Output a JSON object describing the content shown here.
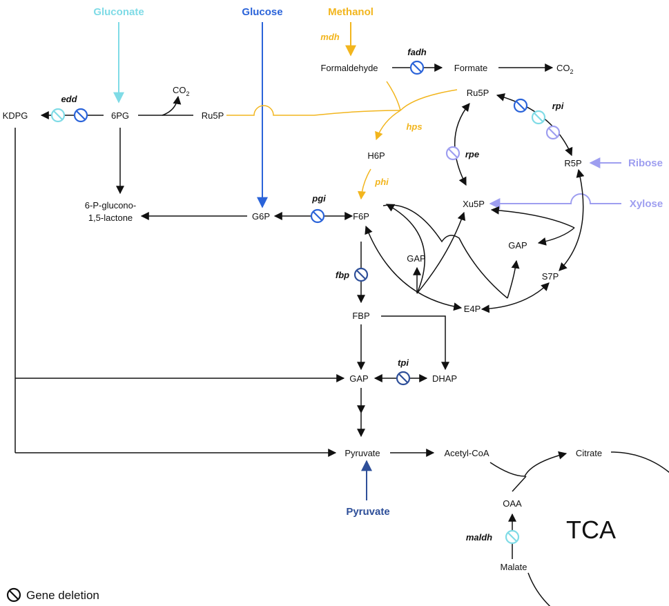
{
  "colors": {
    "gluconate": "#7fdbe6",
    "glucose": "#2a63d9",
    "methanol": "#f2b51d",
    "ribose_xylose": "#9e9ef0",
    "pyruvate": "#2e4f99",
    "deletion_dark": "#2e4f99",
    "deletion_blue": "#2a63d9",
    "deletion_light": "#7fdbe6",
    "deletion_lavender": "#9e9ef0",
    "line": "#111111"
  },
  "substrates": {
    "gluconate": "Gluconate",
    "glucose": "Glucose",
    "methanol": "Methanol",
    "ribose": "Ribose",
    "xylose": "Xylose",
    "pyruvate": "Pyruvate"
  },
  "metabolites": {
    "kdpg": "KDPG",
    "pg6": "6PG",
    "co2_left": "CO",
    "co2_left_sub": "2",
    "ru5p_left": "Ru5P",
    "lactone_1": "6-P-glucono-",
    "lactone_2": "1,5-lactone",
    "g6p": "G6P",
    "formaldehyde": "Formaldehyde",
    "formate": "Formate",
    "co2_right": "CO",
    "co2_right_sub": "2",
    "ru5p_right": "Ru5P",
    "h6p": "H6P",
    "f6p": "F6P",
    "r5p": "R5P",
    "xu5p": "Xu5P",
    "gap_mid": "GAP",
    "gap_right": "GAP",
    "s7p": "S7P",
    "e4p": "E4P",
    "fbp": "FBP",
    "gap_main": "GAP",
    "dhap": "DHAP",
    "pyruvate": "Pyruvate",
    "acetyl_coa": "Acetyl-CoA",
    "citrate": "Citrate",
    "oaa": "OAA",
    "malate": "Malate",
    "tca": "TCA"
  },
  "enzymes": {
    "edd": "edd",
    "mdh": "mdh",
    "fadh": "fadh",
    "hps": "hps",
    "phi": "phi",
    "rpi": "rpi",
    "rpe": "rpe",
    "pgi": "pgi",
    "fbp": "fbp",
    "tpi": "tpi",
    "maldh": "maldh"
  },
  "legend": {
    "label": "Gene deletion",
    "icon": "gene-deletion-icon"
  }
}
